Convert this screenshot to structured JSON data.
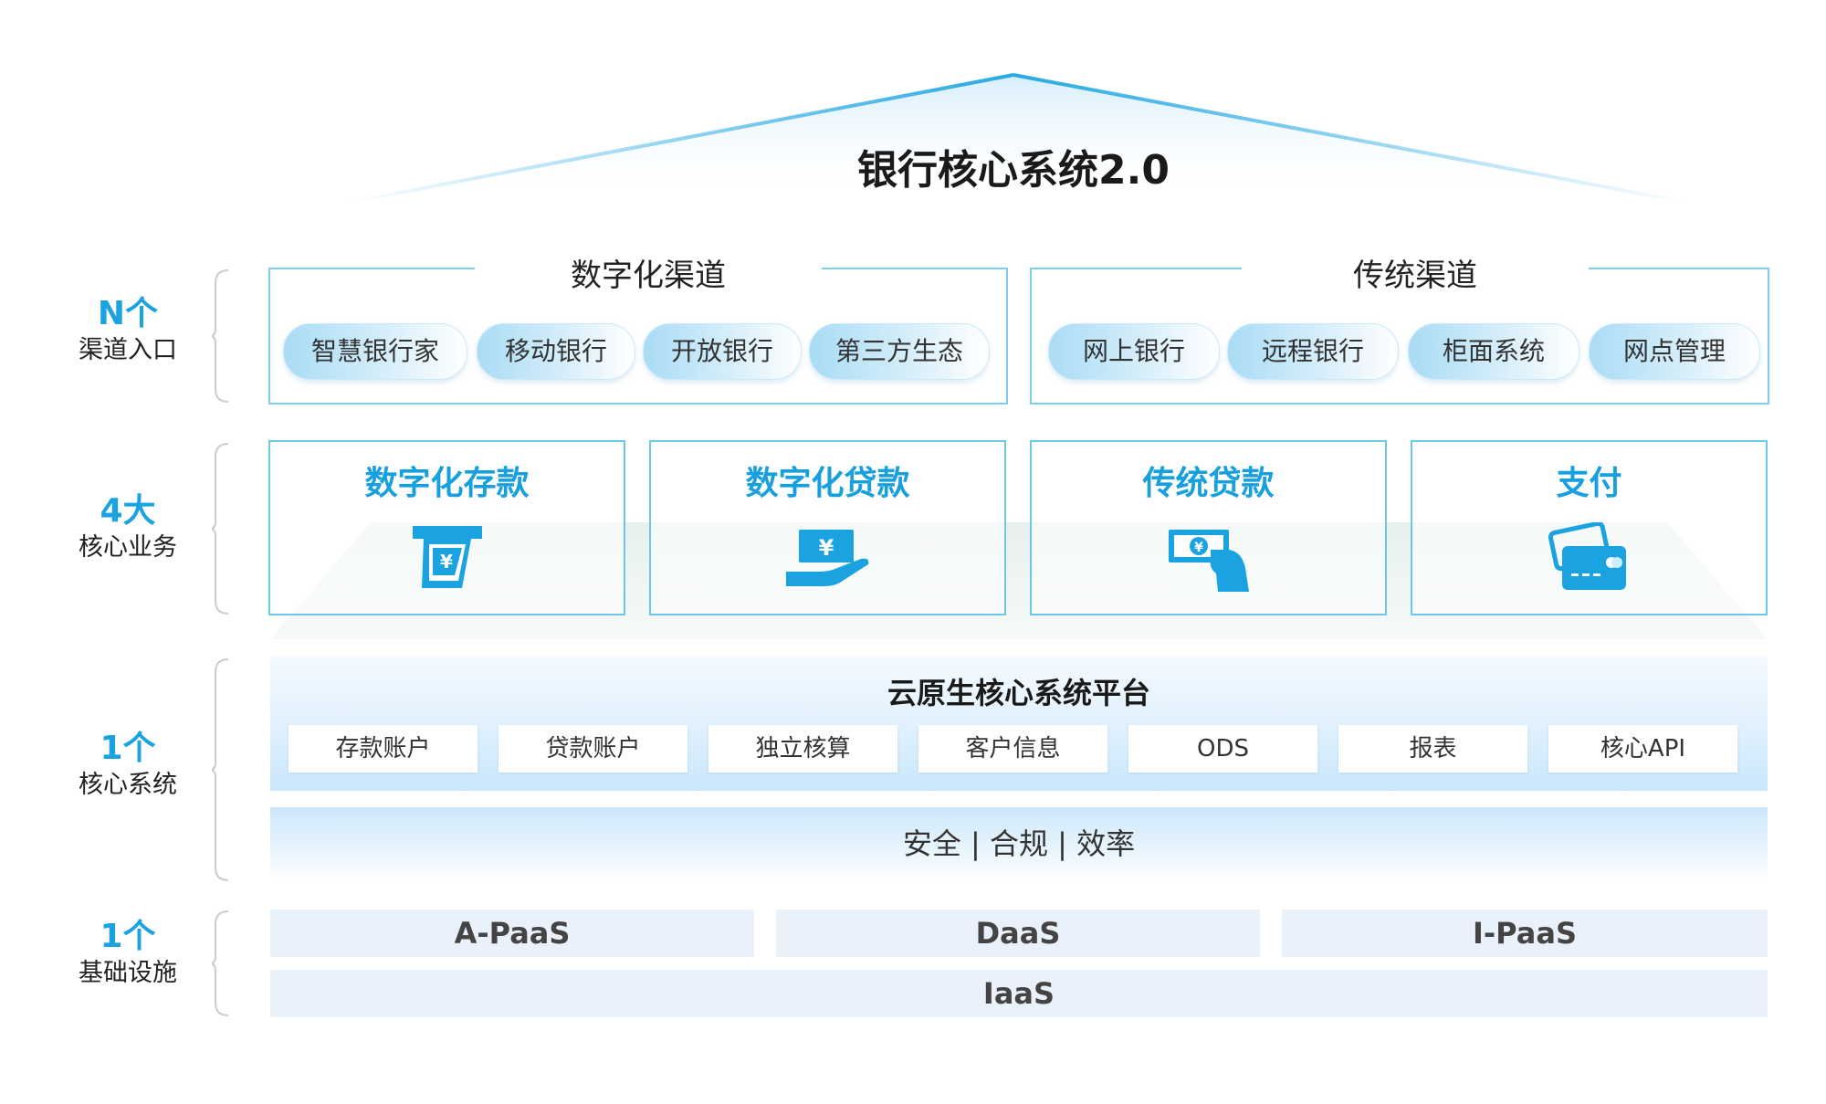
{
  "title": "银行核心系统2.0",
  "layers": [
    {
      "big": "N个",
      "small": "渠道入口"
    },
    {
      "big": "4大",
      "small": "核心业务"
    },
    {
      "big": "1个",
      "small": "核心系统"
    },
    {
      "big": "1个",
      "small": "基础设施"
    }
  ],
  "channels": {
    "digital": {
      "title": "数字化渠道",
      "items": [
        "智慧银行家",
        "移动银行",
        "开放银行",
        "第三方生态"
      ]
    },
    "traditional": {
      "title": "传统渠道",
      "items": [
        "网上银行",
        "远程银行",
        "柜面系统",
        "网点管理"
      ]
    }
  },
  "business": [
    {
      "title": "数字化存款",
      "icon": "atm-cash-icon"
    },
    {
      "title": "数字化贷款",
      "icon": "hand-yen-icon"
    },
    {
      "title": "传统贷款",
      "icon": "hand-cash-icon"
    },
    {
      "title": "支付",
      "icon": "credit-card-icon"
    }
  ],
  "core": {
    "title": "云原生核心系统平台",
    "modules": [
      "存款账户",
      "贷款账户",
      "独立核算",
      "客户信息",
      "ODS",
      "报表",
      "核心API"
    ],
    "security": "安全 | 合规 | 效率"
  },
  "infra": {
    "top": [
      "A-PaaS",
      "DaaS",
      "I-PaaS"
    ],
    "bottom": "IaaS"
  },
  "colors": {
    "accent": "#1aa3e0",
    "border": "#6cc7e9",
    "roof": "#29a9e1"
  }
}
